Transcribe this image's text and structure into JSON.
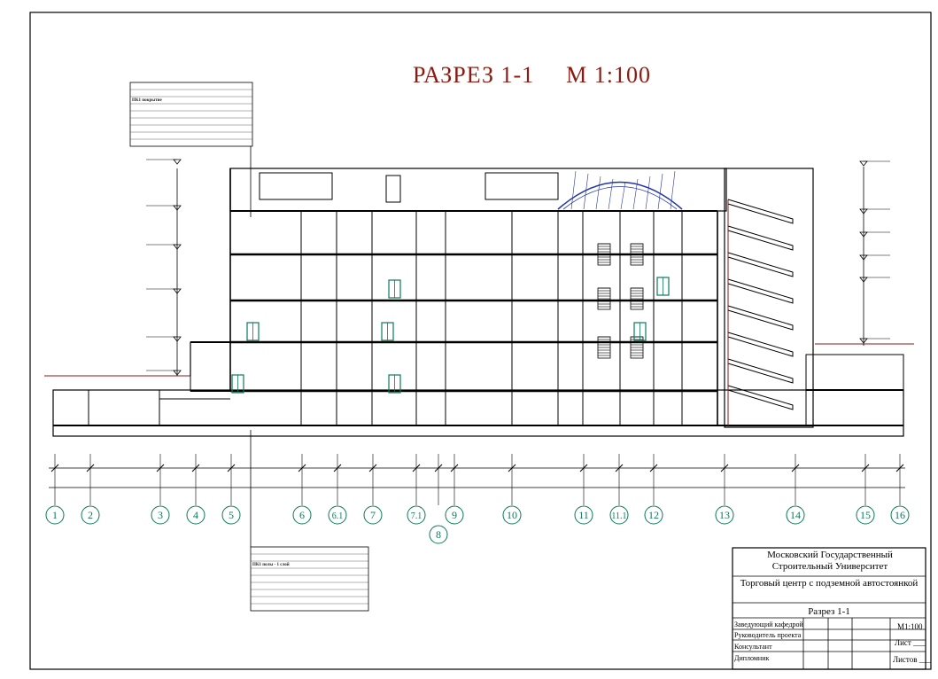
{
  "drawing": {
    "title": "РАЗРЕЗ 1-1",
    "scale": "М 1:100"
  },
  "axes": [
    "1",
    "2",
    "3",
    "4",
    "5",
    "6",
    "6.1",
    "7",
    "7.1",
    "8",
    "9",
    "10",
    "11",
    "11.1",
    "12",
    "13",
    "14",
    "15",
    "16"
  ],
  "title_block": {
    "organization": "Московский Государственный Строительный Университет",
    "project": "Торговый центр с подземной автостоянкой",
    "sheet_name": "Разрез 1-1",
    "scale": "М1:100",
    "rows": [
      "Заведующий кафедрой",
      "Руководитель проекта",
      "Консультант",
      "Дипломник"
    ],
    "sheet_label": "Лист ___",
    "sheets_label": "Листов ___"
  },
  "roof_note_title": "ПК1 покрытие",
  "floor_note_title": "ПК1 полы - 1 слой",
  "colors": {
    "title": "#8b1a10",
    "axis": "#0b7a5a",
    "structure": "#000000",
    "accent_blue": "#2233aa",
    "accent_red": "#8b1a1a"
  }
}
